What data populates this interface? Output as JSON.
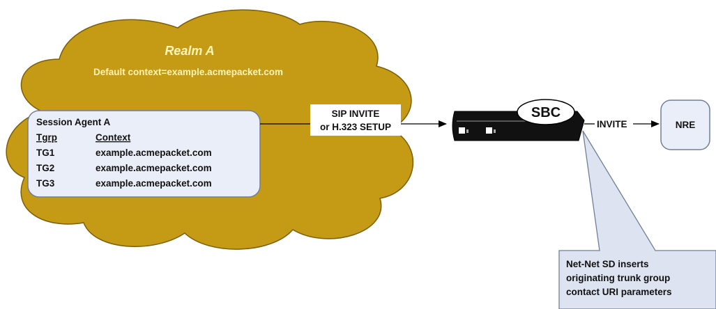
{
  "realm": {
    "name": "Realm A",
    "default_context": "Default context=example.acmepacket.com"
  },
  "session_agent": {
    "title": "Session Agent A",
    "headers": {
      "tgrp": "Tgrp",
      "context": "Context"
    },
    "rows": [
      {
        "tgrp": "TG1",
        "context": "example.acmepacket.com"
      },
      {
        "tgrp": "TG2",
        "context": "example.acmepacket.com"
      },
      {
        "tgrp": "TG3",
        "context": "example.acmepacket.com"
      }
    ]
  },
  "invite_label": {
    "line1": "SIP INVITE",
    "line2": "or H.323 SETUP"
  },
  "sbc": {
    "label": "SBC"
  },
  "invite_out": "INVITE",
  "nre": {
    "label": "NRE"
  },
  "callout": {
    "line1": "Net-Net SD inserts",
    "line2": "originating trunk group",
    "line3": "contact URI parameters"
  },
  "colors": {
    "cloud_fill": "#c59a14",
    "cloud_stroke": "#7a5e08",
    "realm_title": "#fff6b8",
    "box_fill": "#e9eef8",
    "box_stroke": "#6f7f99",
    "sbc_body": "#111111",
    "callout_fill": "#dde3f1"
  }
}
